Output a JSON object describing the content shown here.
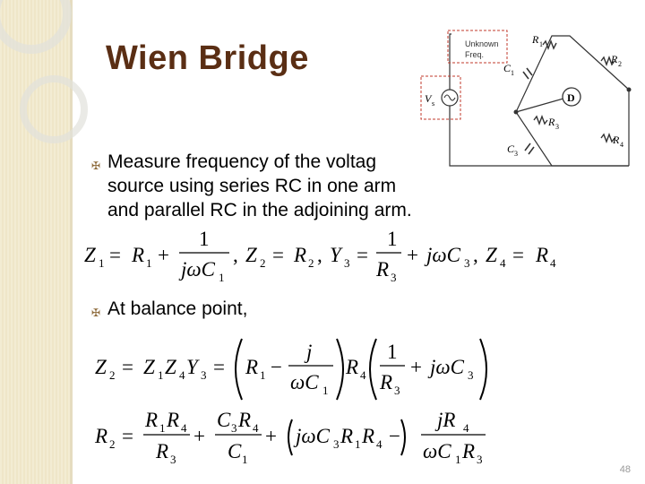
{
  "slide": {
    "title": "Wien Bridge",
    "bullets": [
      "Measure frequency of the voltag",
      "source using series RC in one arm",
      "and parallel RC in the adjoining arm.",
      "At balance point,"
    ],
    "page_number": "48"
  },
  "circuit": {
    "source_label_1": "Unknown",
    "source_label_2": "Freq.",
    "vs": "V",
    "vs_sub": "s",
    "r1": "R",
    "r1_sub": "1",
    "r2": "R",
    "r2_sub": "2",
    "r3": "R",
    "r3_sub": "3",
    "r4": "R",
    "r4_sub": "4",
    "c1": "C",
    "c1_sub": "1",
    "c3": "C",
    "c3_sub": "3",
    "detector": "D"
  }
}
